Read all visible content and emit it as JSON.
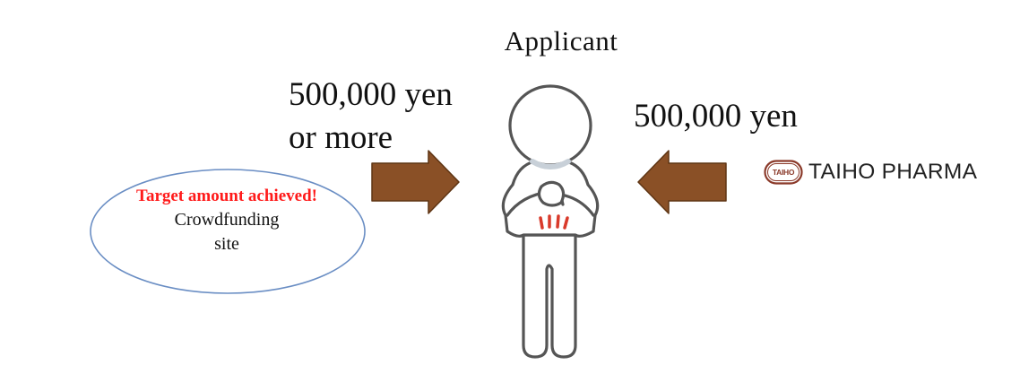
{
  "title": "Applicant",
  "left_flow": {
    "amount_line1": "500,000 yen",
    "amount_line2": "or more"
  },
  "right_flow": {
    "amount": "500,000 yen"
  },
  "crowdfunding": {
    "status": "Target amount achieved!",
    "line1": "Crowdfunding",
    "line2": "site"
  },
  "sponsor": {
    "badge": "TAIHO",
    "name": "TAIHO PHARMA"
  },
  "colors": {
    "arrow": "#8a5026",
    "arrow_outline": "#5e3514",
    "ellipse_stroke": "#6a8ec4",
    "status_text": "#ff1a1a",
    "accent_marks": "#d93a2b"
  },
  "icons": {
    "applicant": "person-figure-icon",
    "left_arrow": "arrow-right-icon",
    "right_arrow": "arrow-left-icon"
  }
}
